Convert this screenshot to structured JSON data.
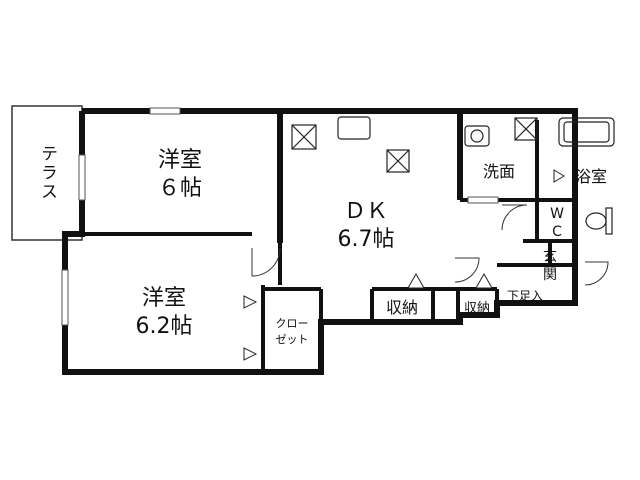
{
  "rooms": {
    "terrace": "テラス",
    "western_room_1": {
      "name": "洋室",
      "size": "６帖"
    },
    "western_room_2": {
      "name": "洋室",
      "size": "6.2帖"
    },
    "dk": {
      "name": "ＤＫ",
      "size": "6.7帖"
    },
    "washroom": "洗面",
    "bathroom": "浴室",
    "wc_line1": "W",
    "wc_line2": "C",
    "entrance_line1": "玄",
    "entrance_line2": "関",
    "shoe_box": "下足入",
    "storage_main": "収納",
    "storage_small": "収納",
    "closet_line1": "クロー",
    "closet_line2": "ゼット"
  },
  "colors": {
    "wall": "#111111",
    "line": "#333333",
    "background": "#ffffff"
  }
}
